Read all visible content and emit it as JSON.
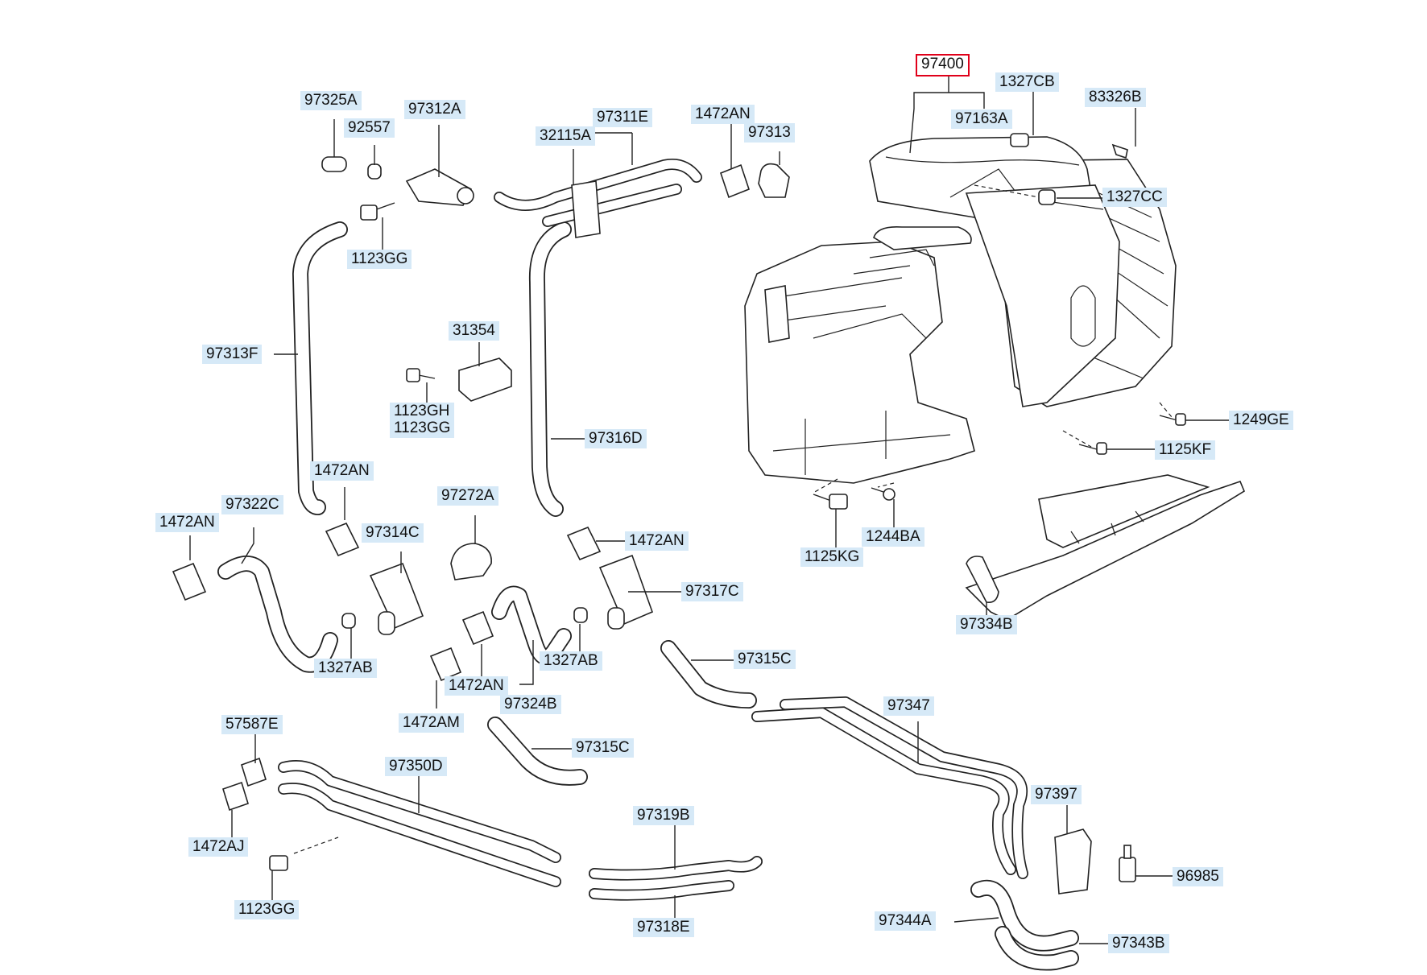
{
  "diagram": {
    "highlighted_part": "97400",
    "labels": [
      {
        "id": "97400",
        "text": "97400"
      },
      {
        "id": "1327CB",
        "text": "1327CB"
      },
      {
        "id": "83326B",
        "text": "83326B"
      },
      {
        "id": "97163A",
        "text": "97163A"
      },
      {
        "id": "1327CC",
        "text": "1327CC"
      },
      {
        "id": "1249GE",
        "text": "1249GE"
      },
      {
        "id": "1125KF",
        "text": "1125KF"
      },
      {
        "id": "1244BA",
        "text": "1244BA"
      },
      {
        "id": "1125KG",
        "text": "1125KG"
      },
      {
        "id": "97334B",
        "text": "97334B"
      },
      {
        "id": "97325A",
        "text": "97325A"
      },
      {
        "id": "92557",
        "text": "92557"
      },
      {
        "id": "97312A",
        "text": "97312A"
      },
      {
        "id": "1123GG-a",
        "text": "1123GG"
      },
      {
        "id": "97313F",
        "text": "97313F"
      },
      {
        "id": "31354",
        "text": "31354"
      },
      {
        "id": "1123GH-1123GG",
        "text": "1123GH\n1123GG"
      },
      {
        "id": "97311E",
        "text": "97311E"
      },
      {
        "id": "32115A",
        "text": "32115A"
      },
      {
        "id": "1472AN-a",
        "text": "1472AN"
      },
      {
        "id": "97313",
        "text": "97313"
      },
      {
        "id": "97316D",
        "text": "97316D"
      },
      {
        "id": "1472AN-b",
        "text": "1472AN"
      },
      {
        "id": "97322C",
        "text": "97322C"
      },
      {
        "id": "1472AN-c",
        "text": "1472AN"
      },
      {
        "id": "97272A",
        "text": "97272A"
      },
      {
        "id": "97314C",
        "text": "97314C"
      },
      {
        "id": "1472AN-d",
        "text": "1472AN"
      },
      {
        "id": "97317C",
        "text": "97317C"
      },
      {
        "id": "1327AB-a",
        "text": "1327AB"
      },
      {
        "id": "1327AB-b",
        "text": "1327AB"
      },
      {
        "id": "1472AN-e",
        "text": "1472AN"
      },
      {
        "id": "97324B",
        "text": "97324B"
      },
      {
        "id": "1472AM",
        "text": "1472AM"
      },
      {
        "id": "97315C-a",
        "text": "97315C"
      },
      {
        "id": "97347",
        "text": "97347"
      },
      {
        "id": "97315C-b",
        "text": "97315C"
      },
      {
        "id": "57587E",
        "text": "57587E"
      },
      {
        "id": "97350D",
        "text": "97350D"
      },
      {
        "id": "1472AJ",
        "text": "1472AJ"
      },
      {
        "id": "1123GG-b",
        "text": "1123GG"
      },
      {
        "id": "97319B",
        "text": "97319B"
      },
      {
        "id": "97318E",
        "text": "97318E"
      },
      {
        "id": "97397",
        "text": "97397"
      },
      {
        "id": "96985",
        "text": "96985"
      },
      {
        "id": "97344A",
        "text": "97344A"
      },
      {
        "id": "97343B",
        "text": "97343B"
      }
    ]
  }
}
